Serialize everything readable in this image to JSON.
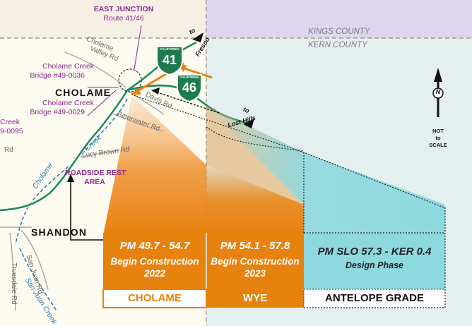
{
  "counties": {
    "north": "KINGS COUNTY",
    "south": "KERN COUNTY"
  },
  "junction": {
    "title": "EAST JUNCTION",
    "subtitle": "Route 41/46"
  },
  "places": {
    "cholame": "CHOLAME",
    "shandon": "SHANDON"
  },
  "bridges": [
    {
      "name": "Cholame Creek",
      "number": "Bridge #49-0036"
    },
    {
      "name": "Cholame Creek",
      "number": "Bridge #49-0029"
    }
  ],
  "partial_labels": {
    "creek_left": "Creek",
    "bridge_left": "9-0095",
    "rd_left": "Rd"
  },
  "roads": {
    "cholame_valley_1": "Cholame",
    "cholame_valley_2": "Valley Rd",
    "davis": "Davis Rd",
    "bitterwater": "Bitterwater Rd",
    "lucy_brown": "Lucy Brown Rd",
    "san_juan": "San Juan Rd",
    "truesdale": "Truesdale Rd"
  },
  "creeks": {
    "creek": "Creek",
    "cholame": "Cholame",
    "san_juan": "San Juan Creek"
  },
  "rest_area": {
    "line1": "ROADSIDE REST",
    "line2": "AREA"
  },
  "destinations": {
    "fresno_to": "to",
    "fresno": "Fresno",
    "lost_hills_to": "to",
    "lost_hills": "Lost Hills"
  },
  "shields": {
    "route41": {
      "state": "CALIFORNIA",
      "number": "41"
    },
    "route46": {
      "state": "CALIFORNIA",
      "number": "46"
    }
  },
  "north_arrow": {
    "letter": "N",
    "line1": "NOT",
    "line2": "to",
    "line3": "SCALE"
  },
  "segments": [
    {
      "pm": "PM 49.7 - 54.7",
      "status": "Begin Construction",
      "year": "2022",
      "name": "CHOLAME",
      "color": "#e8820f"
    },
    {
      "pm": "PM 54.1 - 57.8",
      "status": "Begin Construction",
      "year": "2023",
      "name": "WYE",
      "color": "#e8820f"
    },
    {
      "pm": "PM SLO 57.3 - KER 0.4",
      "status": "Design Phase",
      "year": "",
      "name": "ANTELOPE GRADE",
      "color": "#8ed9de"
    }
  ],
  "colors": {
    "orange": "#e8820f",
    "teal": "#8ed9de",
    "kings_county": "#ded6ec",
    "kern_county": "#e4f0ef",
    "map_background": "#fdfaf0",
    "highway_green": "#1f8a5e",
    "purple_text": "#8a2c8f"
  }
}
